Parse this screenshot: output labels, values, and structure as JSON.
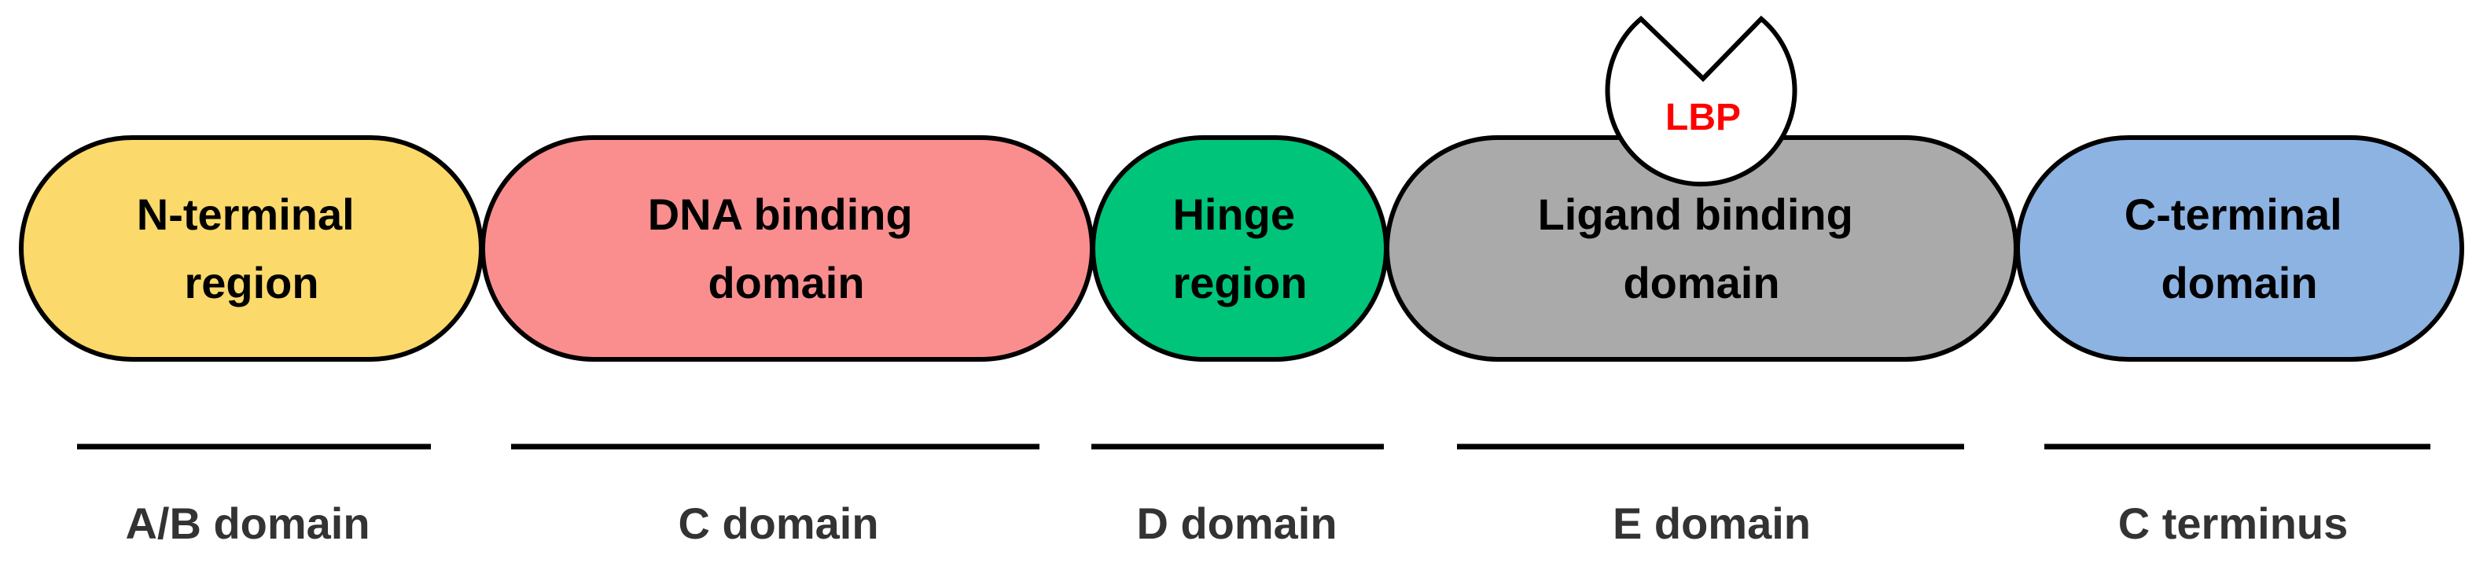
{
  "regions": [
    {
      "id": "n-terminal",
      "label_lines": [
        "N-terminal",
        "region"
      ],
      "color": "#fcd96b",
      "domain": "A/B domain"
    },
    {
      "id": "dna-binding",
      "label_lines": [
        "DNA binding",
        "domain"
      ],
      "color": "#fa8e8e",
      "domain": "C domain"
    },
    {
      "id": "hinge",
      "label_lines": [
        "Hinge",
        "region"
      ],
      "color": "#00c47a",
      "domain": "D domain"
    },
    {
      "id": "ligand-binding",
      "label_lines": [
        "Ligand binding",
        "domain"
      ],
      "color": "#aaaaaa",
      "domain": "E domain"
    },
    {
      "id": "c-terminal",
      "label_lines": [
        "C-terminal",
        "domain"
      ],
      "color": "#8db3e2",
      "domain": "C terminus"
    }
  ],
  "pocket": {
    "label": "LBP",
    "label_color": "#ff0000"
  },
  "stroke_color": "#000000"
}
